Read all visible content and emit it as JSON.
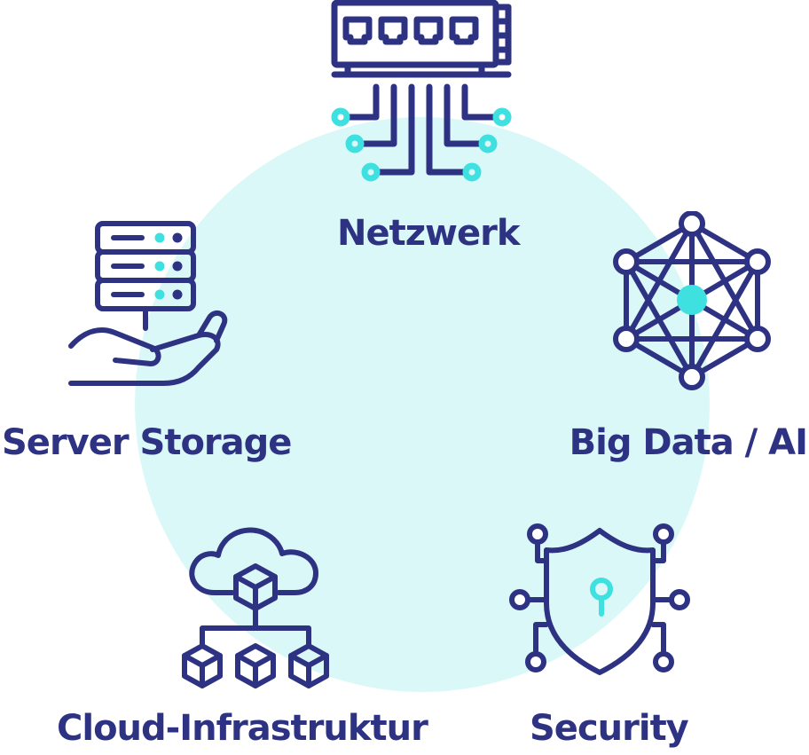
{
  "colors": {
    "primary": "#2e3283",
    "accent": "#3ee0e0",
    "background_circle": "#dbf8f8"
  },
  "diagram": {
    "items": [
      {
        "label": "Netzwerk",
        "icon": "network-switch-icon"
      },
      {
        "label": "Big Data / AI",
        "icon": "network-graph-icon"
      },
      {
        "label": "Security",
        "icon": "shield-lock-icon"
      },
      {
        "label": "Cloud-Infrastruktur",
        "icon": "cloud-infrastructure-icon"
      },
      {
        "label": "Server Storage",
        "icon": "server-storage-icon"
      }
    ]
  }
}
